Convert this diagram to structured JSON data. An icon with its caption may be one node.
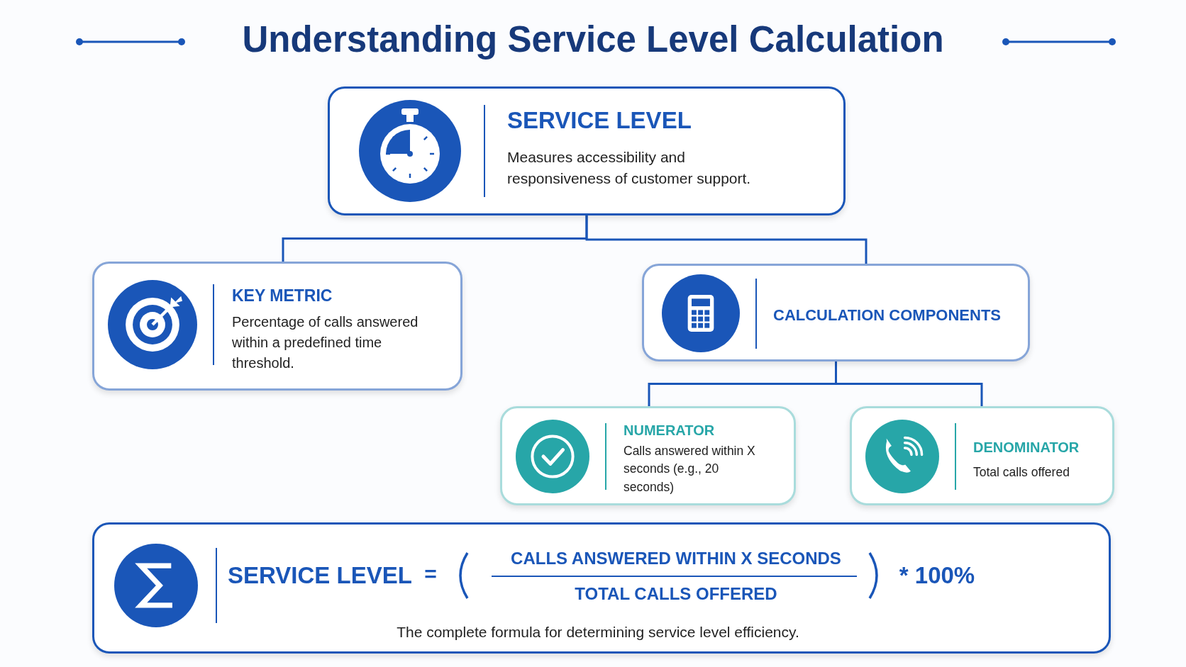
{
  "diagram": {
    "title": "Understanding Service Level Calculation",
    "nodes": [
      {
        "text": [
          "SERVICE LEVEL",
          "Measures accessibility and responsiveness of customer support."
        ]
      },
      {
        "text": [
          "KEY METRIC",
          "Percentage of calls answered within a predefined time threshold."
        ]
      },
      {
        "text": [
          "CALCULATION COMPONENTS"
        ]
      },
      {
        "text": [
          "NUMERATOR",
          "Calls answered within X seconds (e.g., 20 seconds)"
        ]
      },
      {
        "text": [
          "DENOMINATOR",
          "Total calls offered"
        ]
      },
      {
        "text": [
          "SERVICE LEVEL",
          "=",
          "CALLS ANSWERED WITHIN X SECONDS",
          "TOTAL CALLS OFFERED",
          "* 100%",
          "The complete formula for determining service level efficiency."
        ]
      }
    ],
    "edges": [
      {
        "from": 0,
        "to": 1,
        "arrow": "none"
      },
      {
        "from": 0,
        "to": 2,
        "arrow": "none"
      },
      {
        "from": 2,
        "to": 3,
        "arrow": "none"
      },
      {
        "from": 2,
        "to": 4,
        "arrow": "none"
      }
    ]
  }
}
